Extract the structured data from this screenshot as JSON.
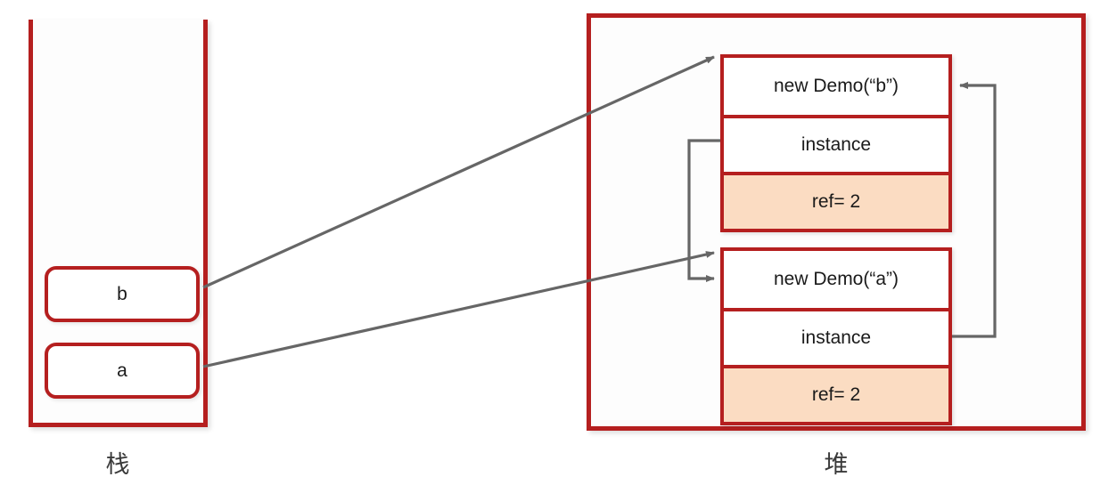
{
  "diagram": {
    "title": "Java stack and heap object reference diagram",
    "colors": {
      "border_red": "#b51f1f",
      "highlight_peach": "#fbdcc2",
      "arrow_gray": "#666666",
      "text_dark": "#1a1a1a",
      "caption_gray": "#3a3a3a",
      "background": "#ffffff"
    }
  },
  "stack": {
    "caption": "栈",
    "variables": [
      {
        "name": "b",
        "label": "b"
      },
      {
        "name": "a",
        "label": "a"
      }
    ]
  },
  "heap": {
    "caption": "堆",
    "objects": [
      {
        "name": "demo-b",
        "rows": [
          {
            "label": "new Demo(“b”)",
            "highlight": false
          },
          {
            "label": "instance",
            "highlight": false
          },
          {
            "label": "ref= 2",
            "highlight": true
          }
        ]
      },
      {
        "name": "demo-a",
        "rows": [
          {
            "label": "new Demo(“a”)",
            "highlight": false
          },
          {
            "label": "instance",
            "highlight": false
          },
          {
            "label": "ref= 2",
            "highlight": true
          }
        ]
      }
    ]
  },
  "arrows": [
    {
      "name": "arrow-stack-b-to-demo-b",
      "from": "stack.b",
      "to": "heap.demo-b",
      "style": "diagonal"
    },
    {
      "name": "arrow-stack-a-to-demo-a",
      "from": "stack.a",
      "to": "heap.demo-a",
      "style": "diagonal"
    },
    {
      "name": "arrow-demo-b-instance-to-demo-a",
      "from": "heap.demo-b.instance",
      "to": "heap.demo-a",
      "style": "orthogonal-left"
    },
    {
      "name": "arrow-demo-a-instance-to-demo-b",
      "from": "heap.demo-a.instance",
      "to": "heap.demo-b",
      "style": "orthogonal-right"
    }
  ]
}
